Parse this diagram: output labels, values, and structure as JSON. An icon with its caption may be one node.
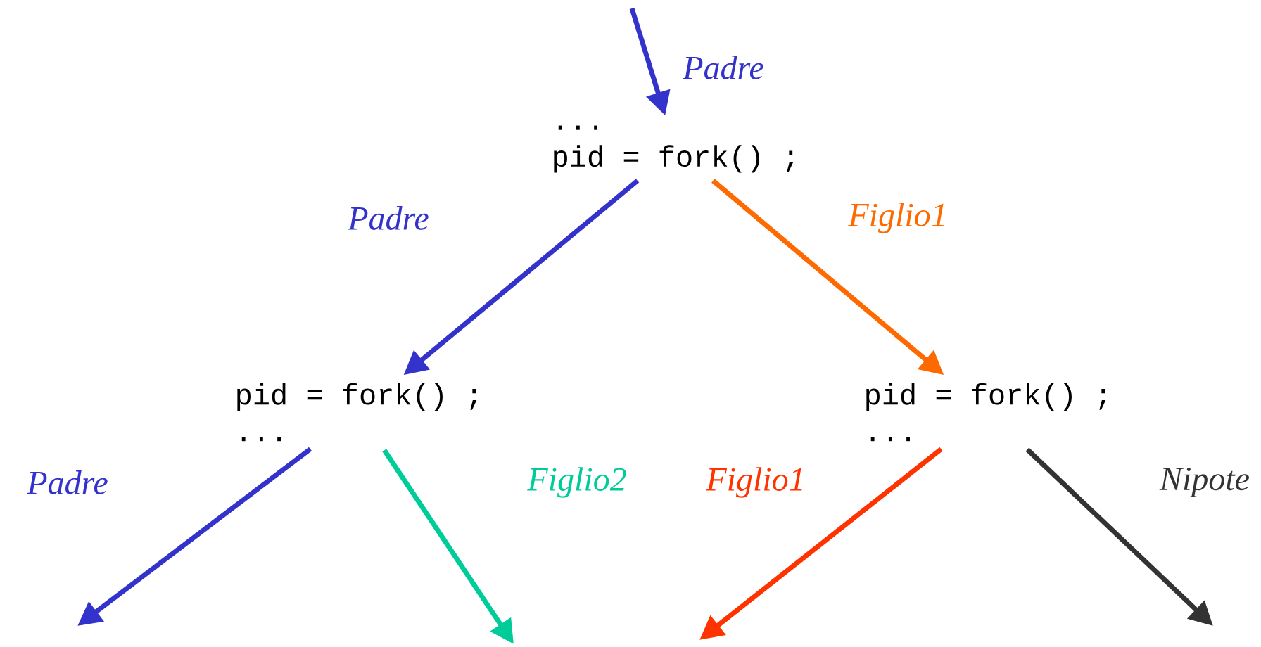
{
  "diagram": {
    "nodes": [
      {
        "text": [
          "...",
          "pid = fork() ;"
        ]
      },
      {
        "text": [
          "pid = fork() ;",
          "..."
        ]
      },
      {
        "text": [
          "pid = fork() ;",
          "..."
        ]
      }
    ],
    "edges": [
      {
        "from": null,
        "to": 0,
        "arrow": "to",
        "label": "Padre"
      },
      {
        "from": 0,
        "to": 1,
        "arrow": "to",
        "label": "Padre"
      },
      {
        "from": 0,
        "to": 2,
        "arrow": "to",
        "label": "Figlio1",
        "color": "#ff6a00"
      },
      {
        "from": 1,
        "to": null,
        "arrow": "to",
        "label": "Padre"
      },
      {
        "from": 1,
        "to": null,
        "arrow": "to",
        "label": "Figlio2",
        "color": "#00cc99"
      },
      {
        "from": 2,
        "to": null,
        "arrow": "to",
        "label": "Figlio1",
        "color": "#ff3300"
      },
      {
        "from": 2,
        "to": null,
        "arrow": "to",
        "label": "Nipote",
        "color": "#333333"
      }
    ]
  }
}
